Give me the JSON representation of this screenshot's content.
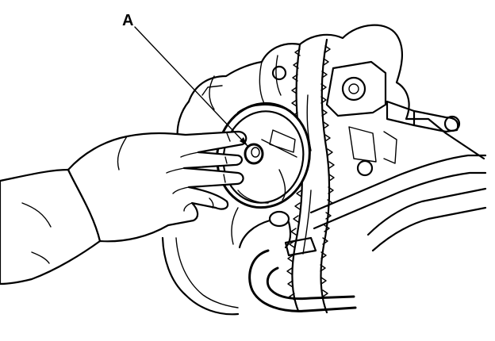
{
  "figure": {
    "callouts": [
      {
        "id": "A",
        "text": "A",
        "target": "o-ring"
      }
    ],
    "colors": {
      "ink": "#000000",
      "background": "#ffffff"
    },
    "parts_shown": [
      "hand",
      "o-ring",
      "housing-bore",
      "drive-belt",
      "hose",
      "engine-bracket"
    ]
  }
}
